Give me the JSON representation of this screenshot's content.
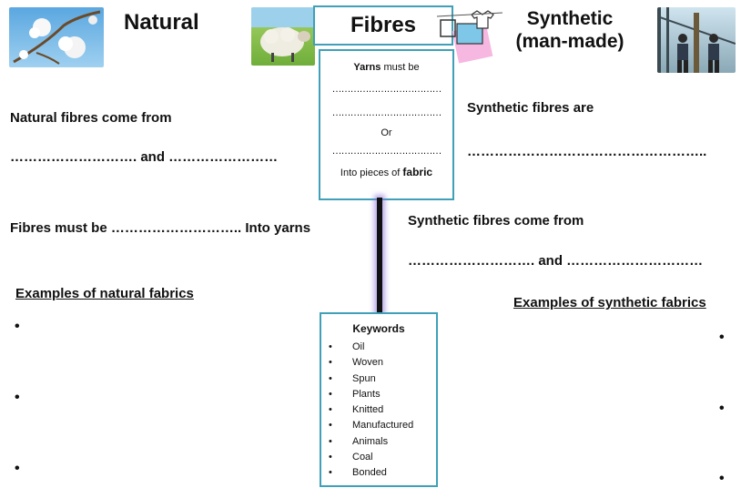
{
  "header": {
    "natural_title": "Natural",
    "fibres_title": "Fibres",
    "synthetic_title_line1": "Synthetic",
    "synthetic_title_line2": "(man-made)"
  },
  "yarn_box": {
    "yarns_word": "Yarns",
    "must_be": " must be",
    "blank1": "………………………………",
    "blank2": "………………………………",
    "or": "Or",
    "blank3": "………………………………",
    "into_pieces": "Into pieces of ",
    "fabric_word": "fabric"
  },
  "left": {
    "natural_come_from": "Natural fibres come from",
    "natural_blanks": "……………………….  and ……………………",
    "fibres_must_be": "Fibres must be ……………………….. Into yarns",
    "examples_heading": "Examples of  natural fabrics",
    "bullets": [
      "•",
      "•",
      "•"
    ]
  },
  "right": {
    "synthetic_are": "Synthetic fibres are",
    "synthetic_blank": "……………………………………………..",
    "synthetic_come_from": "Synthetic fibres come from",
    "synthetic_blanks": "……………………….  and …………………………",
    "examples_heading": "Examples of  synthetic fabrics",
    "bullets": [
      "•",
      "•",
      "•"
    ]
  },
  "keywords": {
    "title": "Keywords",
    "items": [
      "Oil",
      "Woven",
      "Spun",
      "Plants",
      "Knitted",
      "Manufactured",
      "Animals",
      "Coal",
      "Bonded"
    ]
  },
  "colors": {
    "box_border": "#3fa0b8",
    "connector": "#8b6fd6"
  }
}
